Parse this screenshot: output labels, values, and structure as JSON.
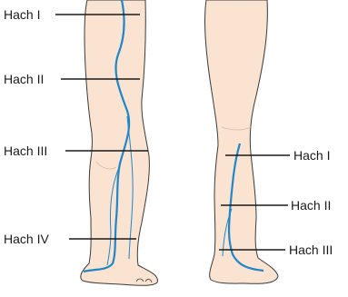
{
  "colors": {
    "skin": "#fbe3d1",
    "skin_outline": "#3a3a3a",
    "vein": "#1f86c9",
    "marker_line": "#1a1a1a"
  },
  "left_leg": {
    "labels": [
      "Hach I",
      "Hach II",
      "Hach III",
      "Hach IV"
    ]
  },
  "right_leg": {
    "labels": [
      "Hach I",
      "Hach II",
      "Hach III"
    ]
  }
}
